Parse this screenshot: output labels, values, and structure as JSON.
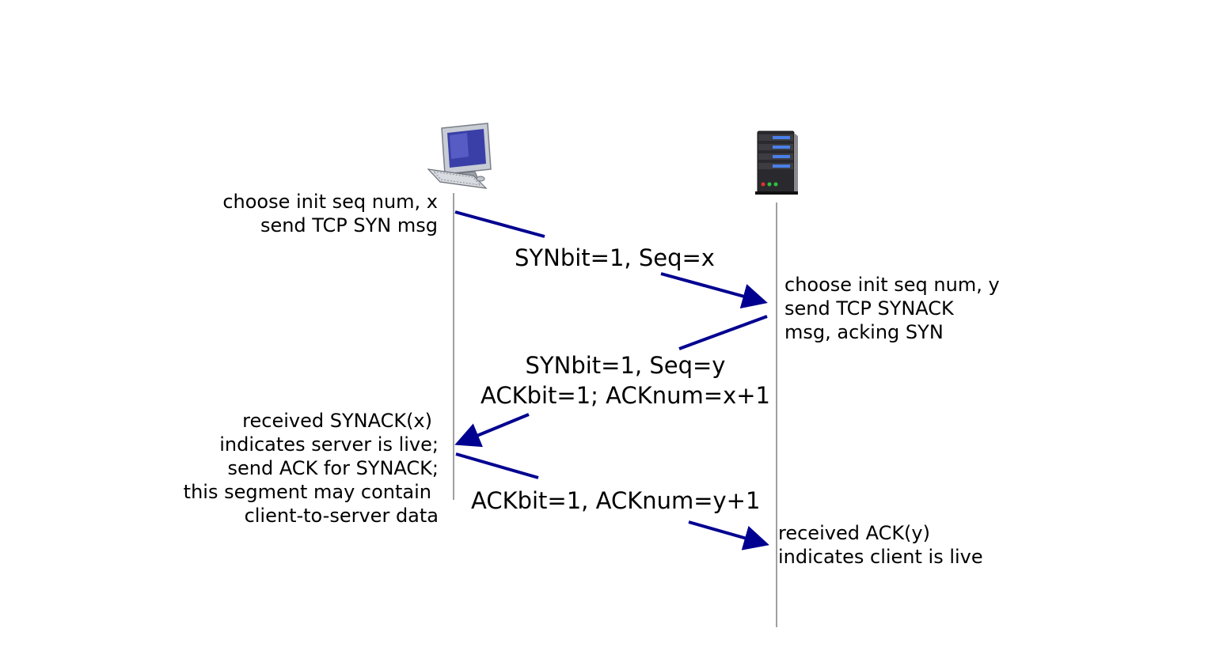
{
  "colors": {
    "arrow": "#000090",
    "timeline": "#808080",
    "background": "#ffffff"
  },
  "icons": {
    "client": "desktop-computer-icon",
    "server": "server-tower-icon"
  },
  "client_notes": {
    "step1": [
      "choose init seq num, x",
      "send TCP SYN msg"
    ],
    "step3": [
      "received SYNACK(x)",
      "indicates server is live;",
      "send ACK for SYNACK;",
      "this segment may contain",
      "client-to-server data"
    ]
  },
  "server_notes": {
    "step2": [
      "choose init seq num, y",
      "send TCP SYNACK",
      "msg, acking SYN"
    ],
    "step4": [
      "received ACK(y)",
      "indicates client is live"
    ]
  },
  "messages": {
    "syn": "SYNbit=1, Seq=x",
    "synack": [
      "SYNbit=1, Seq=y",
      "ACKbit=1; ACKnum=x+1"
    ],
    "ack": "ACKbit=1, ACKnum=y+1"
  }
}
